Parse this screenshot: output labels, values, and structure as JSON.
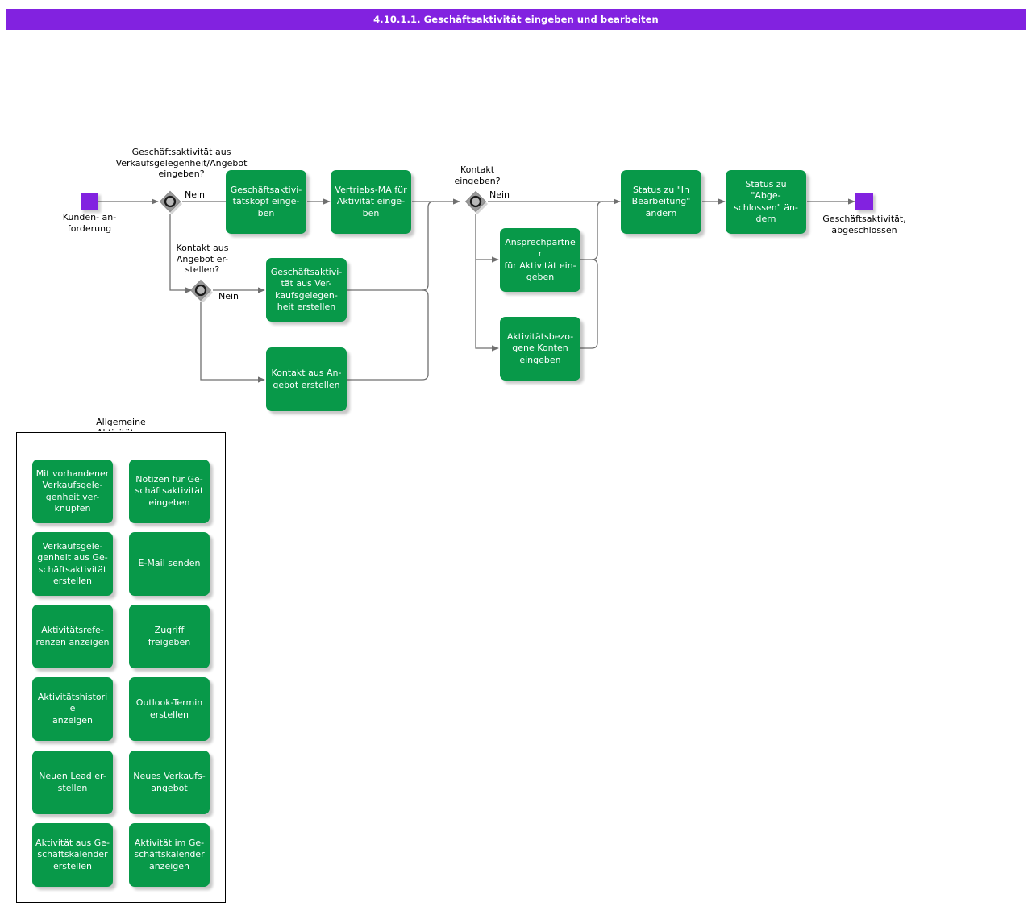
{
  "header": {
    "title": "4.10.1.1. Geschäftsaktivität eingeben und bearbeiten",
    "bar_color": "#8222e0",
    "text_color": "#ffffff"
  },
  "theme": {
    "process_color": "#089949",
    "terminal_color": "#8222e0",
    "decision_fill": "#9a9a9a",
    "decision_ring": "#1a1a1a",
    "connector_color": "#6f6f6f",
    "panel_border": "#000000",
    "text_on_process": "#ffffff",
    "text_on_canvas": "#000000"
  },
  "flow": {
    "start": {
      "id": "start",
      "label": "Kunden- an-\nforderung",
      "type": "terminal"
    },
    "end": {
      "id": "end",
      "label": "Geschäftsaktivität,\nabgeschlossen",
      "type": "terminal"
    },
    "decisions": [
      {
        "id": "decision-1",
        "question": "Geschäftsaktivität aus\nVerkaufsgelegenheit/Angebot\neingeben?",
        "branch_label": "Nein"
      },
      {
        "id": "decision-2",
        "question": "Kontakt aus\nAngebot er-\nstellen?",
        "branch_label": "Nein"
      },
      {
        "id": "decision-3",
        "question": "Kontakt\neingeben?",
        "branch_label": "Nein"
      }
    ],
    "processes": [
      {
        "id": "proc-kopf",
        "label": "Geschäftsaktivi-\ntätskopf einge-\nben"
      },
      {
        "id": "proc-vertriebs-ma",
        "label": "Vertriebs-MA für\nAktivität einge-\nben"
      },
      {
        "id": "proc-aus-verkauf",
        "label": "Geschäftsaktivi-\ntät aus Ver-\nkaufsgelegen-\nheit erstellen"
      },
      {
        "id": "proc-kontakt-angebot",
        "label": "Kontakt aus An-\ngebot erstellen"
      },
      {
        "id": "proc-ansprechpartner",
        "label": "Ansprechpartner\nfür Aktivität ein-\ngeben"
      },
      {
        "id": "proc-konten",
        "label": "Aktivitätsbezo-\ngene Konten\neingeben"
      },
      {
        "id": "proc-status-bearb",
        "label": "Status zu \"In\nBearbeitung\"\nändern"
      },
      {
        "id": "proc-status-abge",
        "label": "Status zu \"Abge-\nschlossen\" än-\ndern"
      }
    ]
  },
  "panel": {
    "title": "Allgemeine\nAktivitäten",
    "items": [
      {
        "id": "act-verknuepfen",
        "label": "Mit vorhandener\nVerkaufsgele-\ngenheit ver-\nknüpfen"
      },
      {
        "id": "act-notizen",
        "label": "Notizen für Ge-\nschäftsaktivität\neingeben"
      },
      {
        "id": "act-verkaufsgelegenheit",
        "label": "Verkaufsgele-\ngenheit aus Ge-\nschäftsaktivität\nerstellen"
      },
      {
        "id": "act-email",
        "label": "E-Mail senden"
      },
      {
        "id": "act-referenzen",
        "label": "Aktivitätsrefe-\nrenzen anzeigen"
      },
      {
        "id": "act-zugriff",
        "label": "Zugriff freigeben"
      },
      {
        "id": "act-historie",
        "label": "Aktivitätshistorie\nanzeigen"
      },
      {
        "id": "act-outlook",
        "label": "Outlook-Termin\nerstellen"
      },
      {
        "id": "act-lead",
        "label": "Neuen Lead er-\nstellen"
      },
      {
        "id": "act-angebot",
        "label": "Neues Verkaufs-\nangebot"
      },
      {
        "id": "act-kalender-erstellen",
        "label": "Aktivität aus Ge-\nschäftskalender\nerstellen"
      },
      {
        "id": "act-kalender-anzeigen",
        "label": "Aktivität im Ge-\nschäftskalender\nanzeigen"
      }
    ]
  }
}
